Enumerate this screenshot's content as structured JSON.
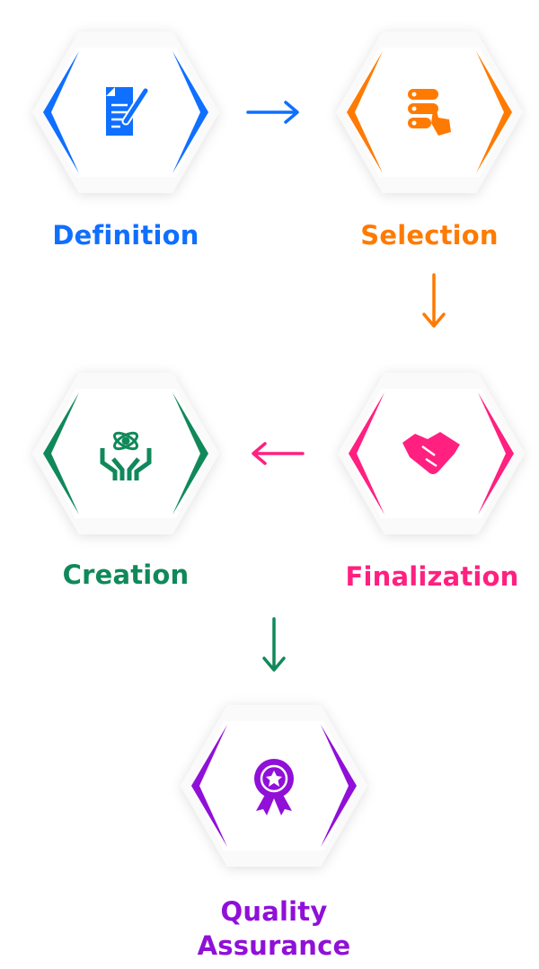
{
  "steps": [
    {
      "label": "Definition",
      "color": "#0f6fff",
      "icon": "document-edit-icon"
    },
    {
      "label": "Selection",
      "color": "#ff7a00",
      "icon": "list-select-hand-icon"
    },
    {
      "label": "Finalization",
      "color": "#ff2080",
      "icon": "handshake-icon"
    },
    {
      "label": "Creation",
      "color": "#10895a",
      "icon": "hands-atom-icon"
    },
    {
      "label": "Quality",
      "label2": "Assurance",
      "color": "#9010d8",
      "icon": "award-badge-icon"
    }
  ]
}
